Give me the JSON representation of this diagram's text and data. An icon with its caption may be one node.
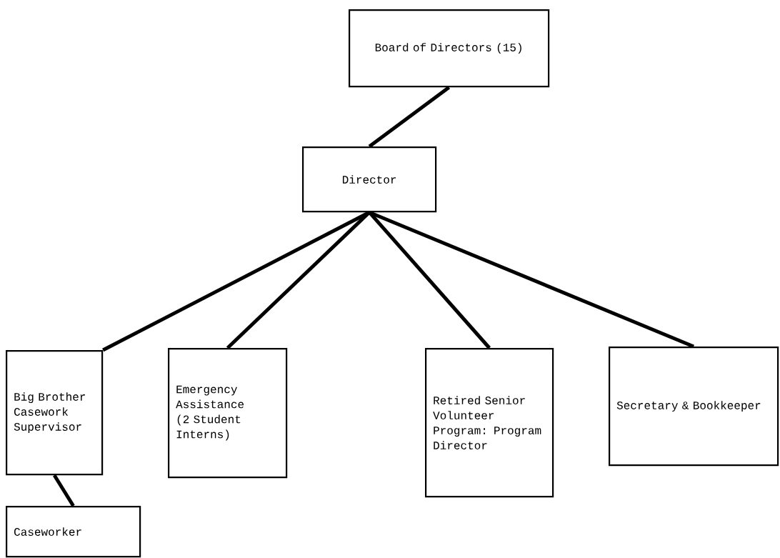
{
  "diagram": {
    "nodes": [
      {
        "text": [
          "Board of Directors (15)"
        ]
      },
      {
        "text": [
          "Director"
        ]
      },
      {
        "text": [
          "Big Brother Casework Supervisor"
        ]
      },
      {
        "text": [
          "Emergency Assistance (2 Student Interns)"
        ]
      },
      {
        "text": [
          "Retired Senior Volunteer Program: Program Director"
        ]
      },
      {
        "text": [
          "Secretary & Bookkeeper"
        ]
      },
      {
        "text": [
          "Caseworker"
        ]
      }
    ],
    "edges": [
      {
        "from": 0,
        "to": 1,
        "arrow": "none"
      },
      {
        "from": 1,
        "to": 2,
        "arrow": "none"
      },
      {
        "from": 1,
        "to": 3,
        "arrow": "none"
      },
      {
        "from": 1,
        "to": 4,
        "arrow": "none"
      },
      {
        "from": 1,
        "to": 5,
        "arrow": "none"
      },
      {
        "from": 2,
        "to": 6,
        "arrow": "none"
      }
    ]
  }
}
